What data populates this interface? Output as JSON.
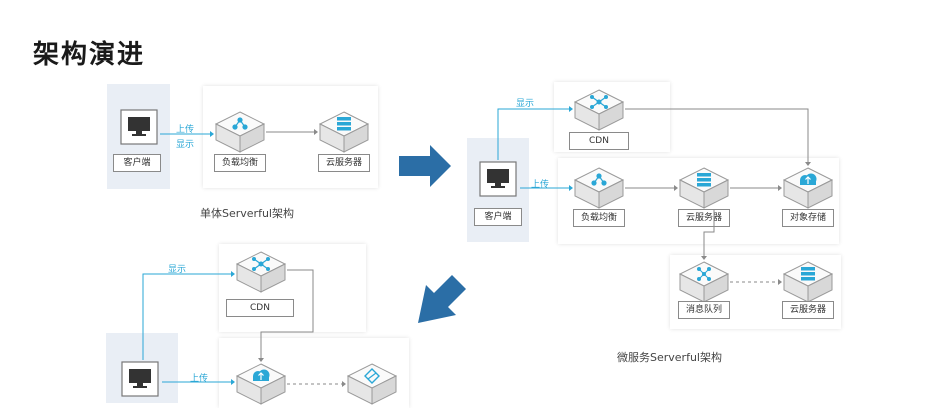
{
  "page": {
    "title": "架构演进"
  },
  "monolith": {
    "caption": "单体Serverful架构",
    "client_label": "客户端",
    "lb_label": "负载均衡",
    "server_label": "云服务器",
    "upload_label": "上传",
    "display_label": "显示"
  },
  "microservice": {
    "caption": "微服务Serverful架构",
    "client_label": "客户端",
    "cdn_label": "CDN",
    "lb_label": "负载均衡",
    "server_label": "云服务器",
    "storage_label": "对象存储",
    "mq_label": "消息队列",
    "server2_label": "云服务器",
    "display_label": "显示",
    "upload_label": "上传"
  },
  "serverless": {
    "cdn_label": "CDN",
    "display_label": "显示",
    "upload_label": "上传"
  },
  "colors": {
    "accent": "#2aa7d6",
    "arrow": "#2b6ea6",
    "line": "#8a8a8a",
    "client_bg": "#e9eef5"
  },
  "icons": {
    "client": "monitor-icon",
    "lb": "load-balancer-icon",
    "server": "server-icon",
    "cdn": "cdn-icon",
    "storage": "cloud-storage-icon",
    "mq": "message-queue-icon",
    "function": "function-icon"
  }
}
